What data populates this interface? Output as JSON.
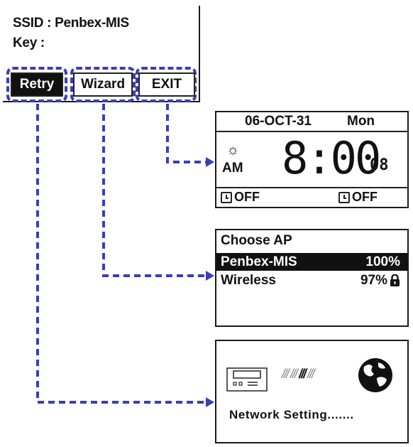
{
  "top_panel": {
    "ssid_label": "SSID",
    "ssid_value": "Penbex-MIS",
    "key_label": "Key :",
    "buttons": {
      "retry": "Retry",
      "wizard": "Wizard",
      "exit": "EXIT"
    }
  },
  "clock_panel": {
    "date": "06-OCT-31",
    "day": "Mon",
    "ampm": "AM",
    "time": "8:00",
    "seconds": "08",
    "alarm1": "OFF",
    "alarm2": "OFF"
  },
  "ap_panel": {
    "title": "Choose AP",
    "networks": [
      {
        "name": "Penbex-MIS",
        "signal": "100%",
        "selected": true,
        "locked": false
      },
      {
        "name": "Wireless",
        "signal": "97%",
        "selected": false,
        "locked": true
      }
    ]
  },
  "net_panel": {
    "status": "Network Setting......."
  },
  "colors": {
    "dash": "#3b3db5",
    "lcd_ink": "#111111"
  }
}
